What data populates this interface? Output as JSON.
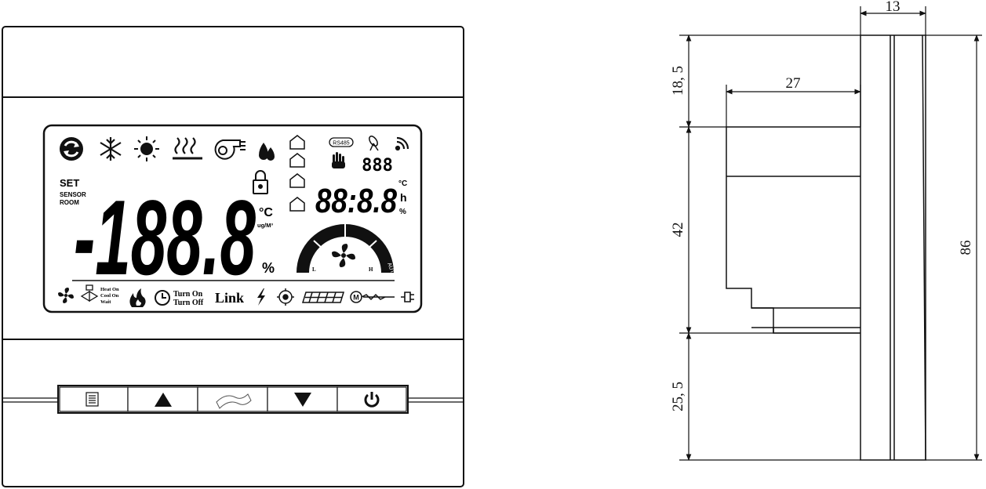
{
  "lcd": {
    "set_label": "SET",
    "sensor_label": "SENSOR",
    "room_label": "ROOM",
    "main_value": "-188.8",
    "unit_celsius": "°C",
    "unit_ugm3": "ug/M³",
    "unit_percent": "%",
    "rs485": "RS485",
    "seg_small": "888",
    "clock_value": "88:8.8",
    "unit_c_small": "°C",
    "unit_h": "h",
    "unit_percent_small": "%",
    "fan_low": "L",
    "fan_high": "H",
    "fan_auto": "AUTO",
    "heat_on": "Heat On",
    "cool_on": "Cool On",
    "wait": "Wait",
    "turn_on": "Turn On",
    "turn_off": "Turn Off",
    "link": "Link"
  },
  "dimensions": {
    "width_top": "13",
    "depth": "27",
    "top_height": "18, 5",
    "mid_height": "42",
    "bottom_height": "25, 5",
    "total_height": "86"
  },
  "colors": {
    "line": "#111111",
    "background": "#ffffff"
  }
}
